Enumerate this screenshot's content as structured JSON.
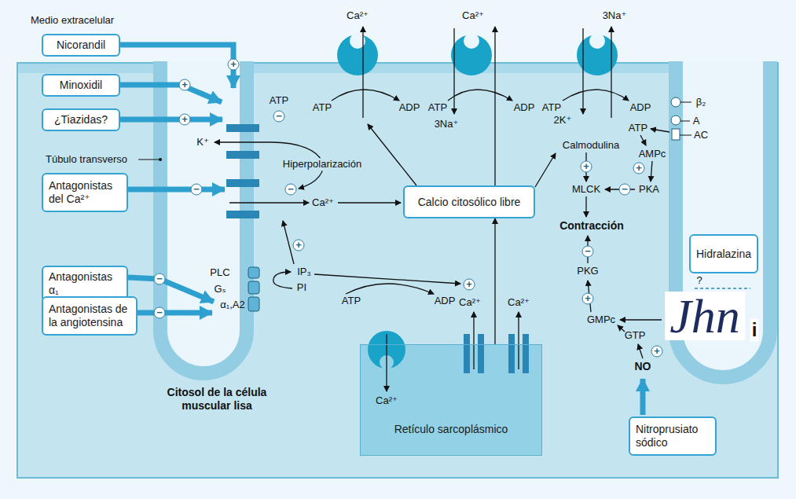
{
  "diagram": {
    "nodes": [
      {
        "text": [
          "Nicorandil"
        ]
      },
      {
        "text": [
          "Minoxidil"
        ]
      },
      {
        "text": [
          "¿Tiazidas?"
        ]
      },
      {
        "text": [
          "Antagonistas del Ca²⁺"
        ]
      },
      {
        "text": [
          "Antagonistas α₁"
        ]
      },
      {
        "text": [
          "Antagonistas de la angiotensina"
        ]
      },
      {
        "text": [
          "Calcio citosólico libre"
        ]
      },
      {
        "text": [
          "Hidralazina"
        ]
      },
      {
        "text": [
          "Nitroprusiato sódico"
        ]
      },
      {
        "text": [
          "Retículo sarcoplásmico"
        ]
      }
    ],
    "edges": [
      {
        "from": 9,
        "to": 6,
        "arrow": "to"
      }
    ],
    "labels": [
      "Medio extracelular",
      "Ca²⁺",
      "Ca²⁺",
      "3Na⁺",
      "+",
      "+",
      "+",
      "ATP",
      "−",
      "K⁺",
      "Túbulo transverso",
      "Hiperpolarización",
      "−",
      "−",
      "Ca²⁺",
      "+",
      "PLC",
      "Gₛ",
      "α₁,A2",
      "IP₃",
      "PI",
      "−",
      "−",
      "Citosol de la célula muscular lisa",
      "ATP",
      "ADP",
      "ATP",
      "3Na⁺",
      "ADP",
      "ATP",
      "2K⁺",
      "ADP",
      "β₂",
      "A",
      "AC",
      "ATP",
      "Calmodulina",
      "AMPc",
      "+",
      "+",
      "MLCK",
      "−",
      "PKA",
      "Contracción",
      "−",
      "PKG",
      "+",
      "GMPc",
      "GTP",
      "+",
      "NO",
      "ATP",
      "ADP",
      "+",
      "Ca²⁺",
      "Ca²⁺",
      "Ca²⁺",
      "?",
      "Jhn",
      "i"
    ]
  }
}
